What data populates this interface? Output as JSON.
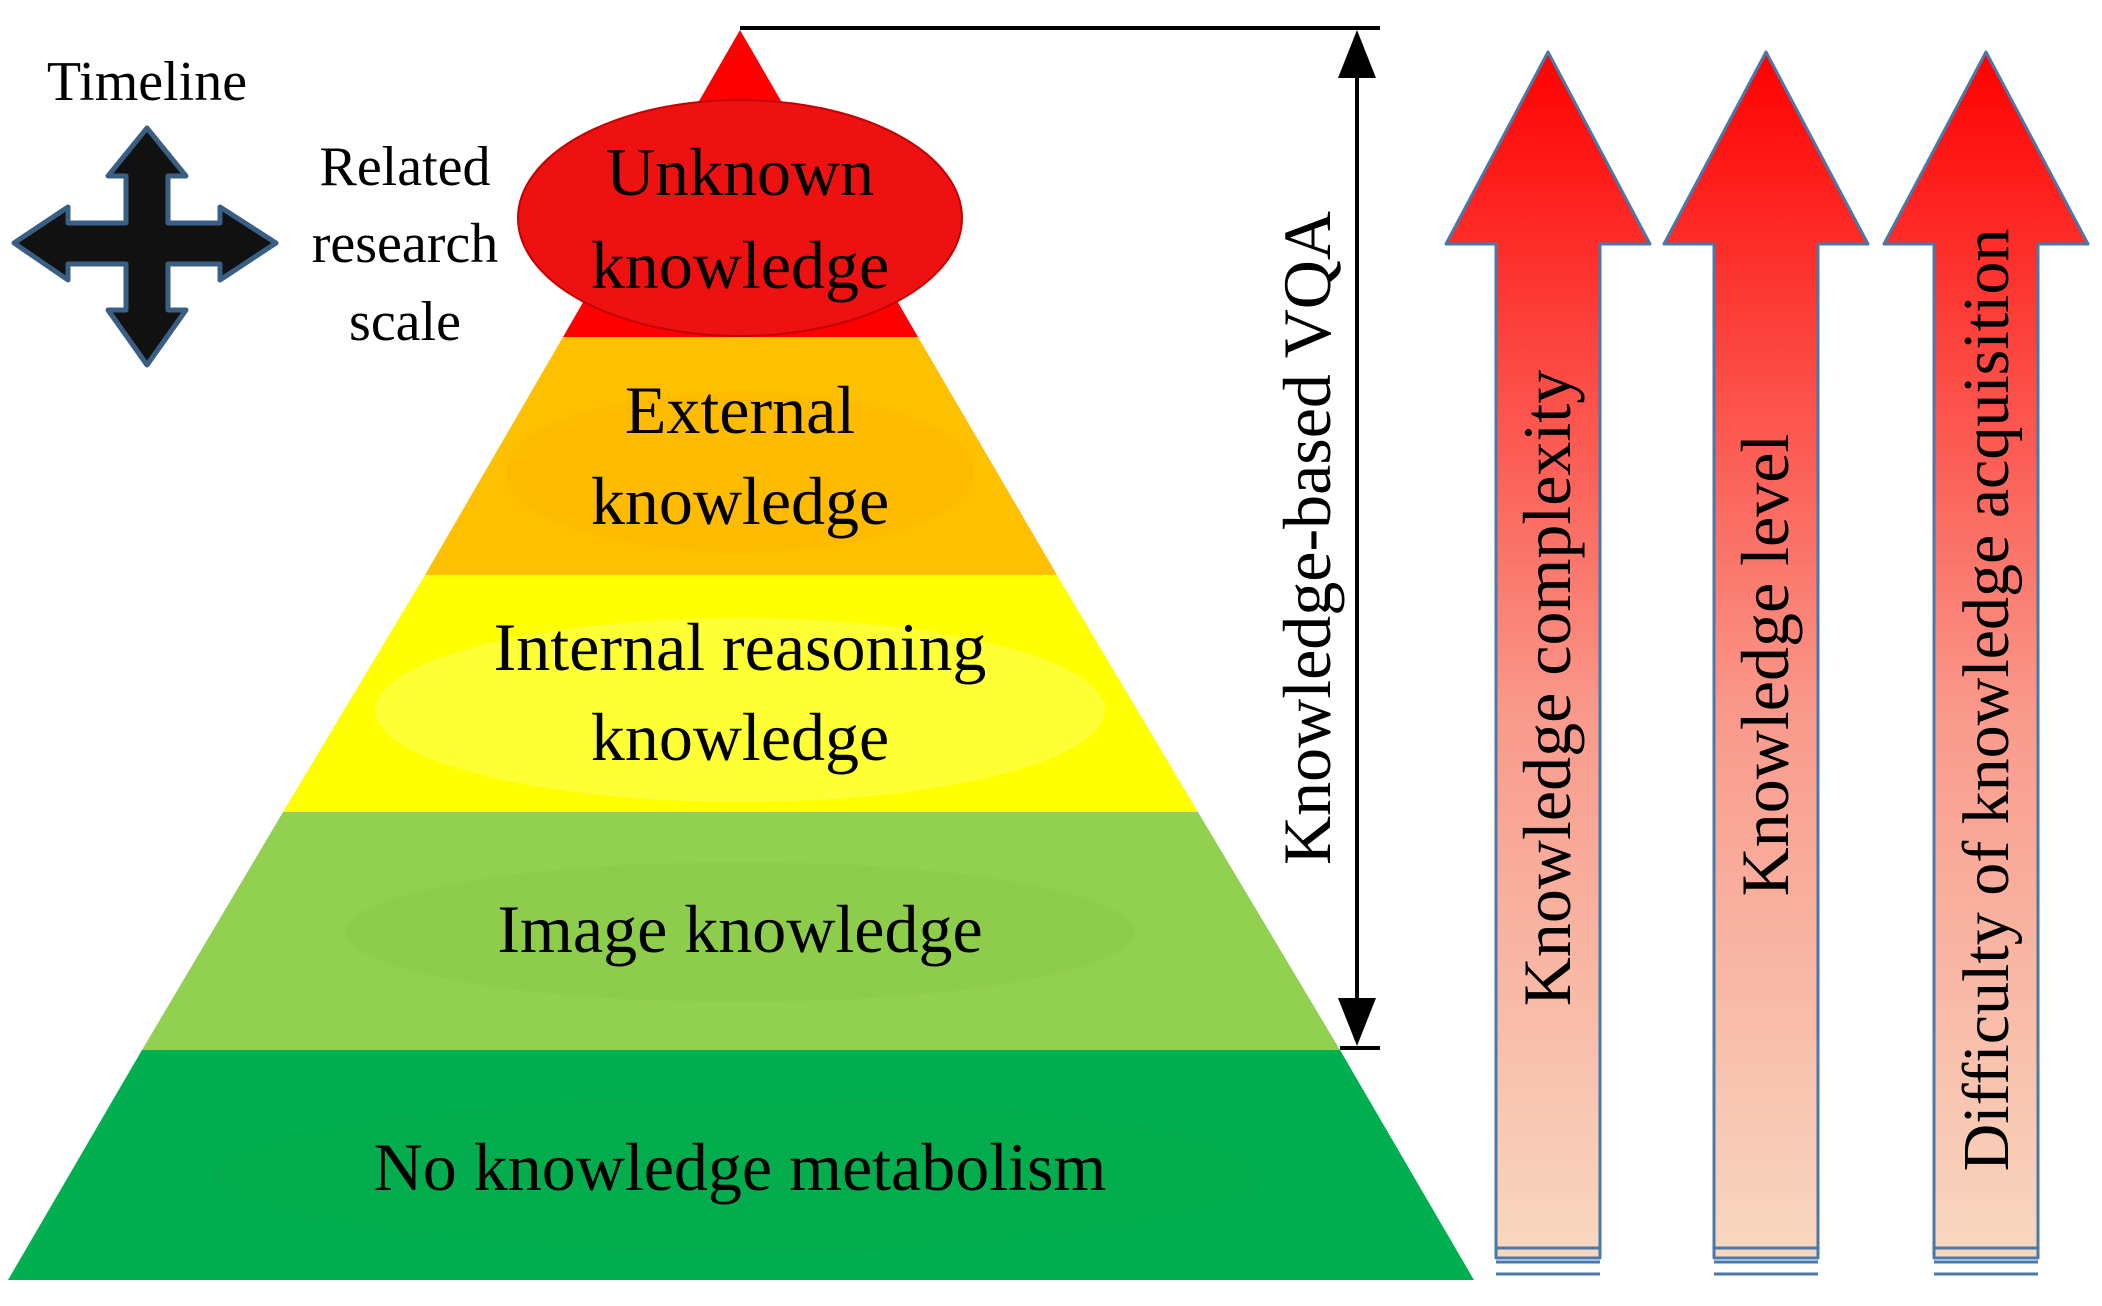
{
  "legend": {
    "timeline_label": "Timeline",
    "scale_label": [
      "Related",
      "research",
      "scale"
    ]
  },
  "pyramid": {
    "levels": [
      {
        "id": "unknown",
        "lines": [
          "Unknown",
          "knowledge"
        ],
        "color": "#ff0000"
      },
      {
        "id": "external",
        "lines": [
          "External",
          "knowledge"
        ],
        "color": "#ffc000"
      },
      {
        "id": "internal",
        "lines": [
          "Internal reasoning",
          "knowledge"
        ],
        "color": "#ffff00"
      },
      {
        "id": "image",
        "lines": [
          "Image knowledge"
        ],
        "color": "#92d050"
      },
      {
        "id": "none",
        "lines": [
          "No knowledge metabolism"
        ],
        "color": "#00b050"
      }
    ]
  },
  "bracket": {
    "label": "Knowledge-based VQA"
  },
  "arrows": [
    {
      "id": "complexity",
      "label": "Knowledge complexity"
    },
    {
      "id": "level",
      "label": "Knowledge level"
    },
    {
      "id": "difficulty",
      "label": "Difficulty of knowledge acquisition"
    }
  ],
  "colors": {
    "arrow_top": "#ff0000",
    "arrow_bottom": "#f8d8c0",
    "arrow_outline": "#4a78a8",
    "legend_arrow_fill": "#111111",
    "legend_arrow_outline": "#3a5f85"
  }
}
